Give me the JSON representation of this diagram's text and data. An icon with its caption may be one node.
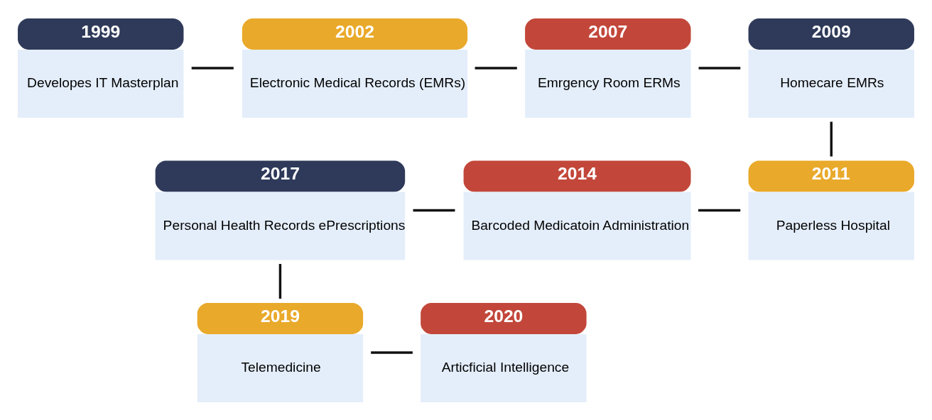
{
  "diagram": {
    "nodes": [
      {
        "text": [
          "1999",
          "Developes IT Masterplan"
        ]
      },
      {
        "text": [
          "2002",
          "Electronic Medical Records (EMRs)"
        ]
      },
      {
        "text": [
          "2007",
          "Emrgency Room ERMs"
        ]
      },
      {
        "text": [
          "2009",
          "Homecare EMRs"
        ]
      },
      {
        "text": [
          "2011",
          "Paperless Hospital"
        ]
      },
      {
        "text": [
          "2014",
          "Barcoded Medicatoin Administration"
        ]
      },
      {
        "text": [
          "2017",
          "Personal Health Records ePrescriptions"
        ]
      },
      {
        "text": [
          "2019",
          "Telemedicine"
        ]
      },
      {
        "text": [
          "2020",
          "Articficial Intelligence"
        ]
      }
    ],
    "edges": [
      {
        "from": 0,
        "to": 1,
        "arrow": "none"
      },
      {
        "from": 1,
        "to": 2,
        "arrow": "none"
      },
      {
        "from": 2,
        "to": 3,
        "arrow": "none"
      },
      {
        "from": 3,
        "to": 4,
        "arrow": "none"
      },
      {
        "from": 4,
        "to": 5,
        "arrow": "none"
      },
      {
        "from": 5,
        "to": 6,
        "arrow": "none"
      },
      {
        "from": 6,
        "to": 7,
        "arrow": "none"
      },
      {
        "from": 7,
        "to": 8,
        "arrow": "none"
      }
    ]
  }
}
